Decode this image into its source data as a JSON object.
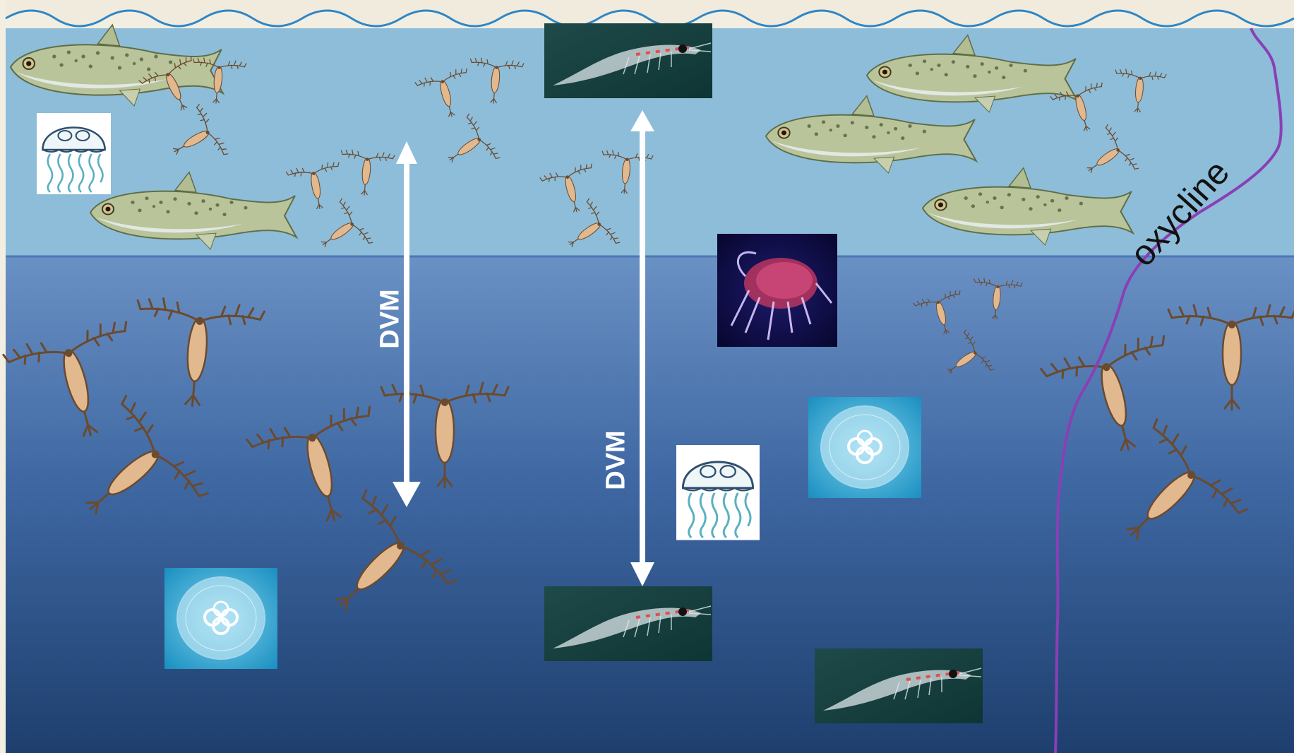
{
  "labels": {
    "dvm_left": "DVM",
    "dvm_right": "DVM",
    "oxycline": "oxycline"
  },
  "colors": {
    "surface_water": "#8dbdd9",
    "deep_water_top": "#6a91c4",
    "deep_water_bottom": "#1e3f6e",
    "oxycline_line": "#8a3fb5",
    "arrow": "#ffffff",
    "copepod": "#e2b98f",
    "fish_body": "#b7c39a"
  },
  "icons": [
    "fish",
    "copepod",
    "krill",
    "amphipod",
    "moon-jellyfish-photo",
    "jellyfish-icon",
    "double-arrow",
    "wave-surface"
  ]
}
